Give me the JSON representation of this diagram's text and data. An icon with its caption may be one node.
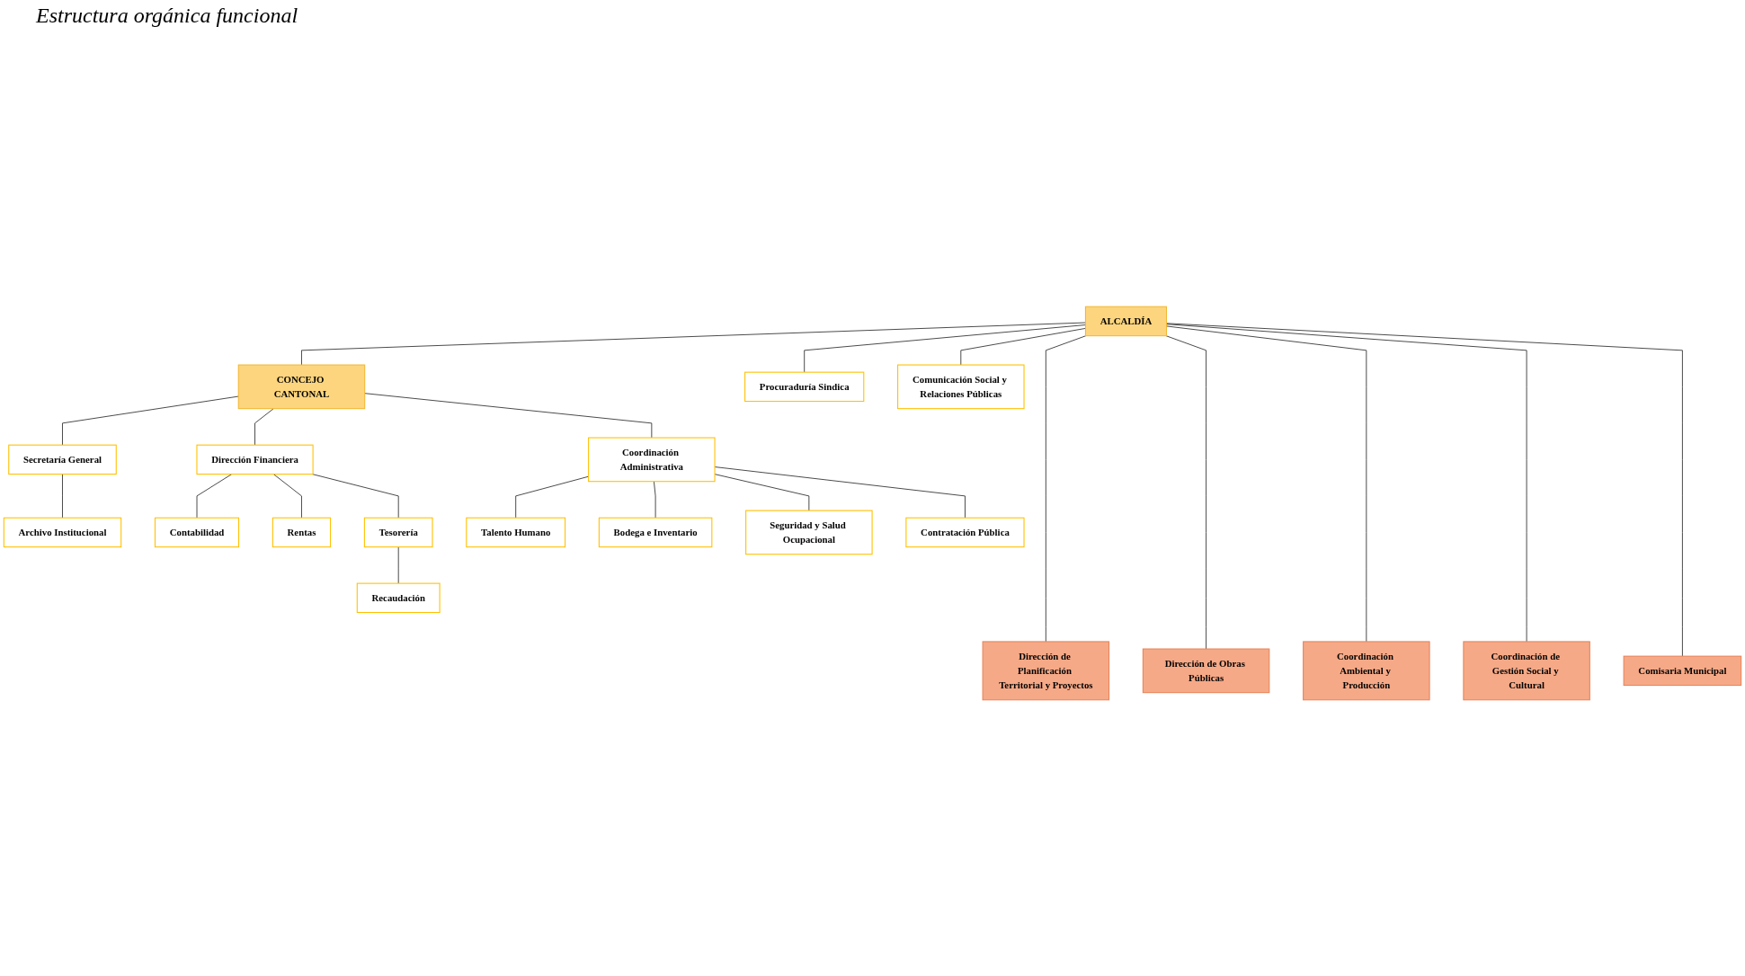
{
  "diagram": {
    "title": "Estructura orgánica funcional",
    "nodes": [
      {
        "text": [
          "ALCALDÍA"
        ]
      },
      {
        "text": [
          "CONCEJO CANTONAL"
        ]
      },
      {
        "text": [
          "Procuraduría Sindica"
        ]
      },
      {
        "text": [
          "Comunicación Social y Relaciones Públicas"
        ]
      },
      {
        "text": [
          "Secretaría General"
        ]
      },
      {
        "text": [
          "Archivo Institucional"
        ]
      },
      {
        "text": [
          "Dirección Financiera"
        ]
      },
      {
        "text": [
          "Contabilidad"
        ]
      },
      {
        "text": [
          "Rentas"
        ]
      },
      {
        "text": [
          "Tesorería"
        ]
      },
      {
        "text": [
          "Recaudación"
        ]
      },
      {
        "text": [
          "Coordinación Administrativa"
        ]
      },
      {
        "text": [
          "Talento Humano"
        ]
      },
      {
        "text": [
          "Bodega e Inventario"
        ]
      },
      {
        "text": [
          "Seguridad y Salud Ocupacional"
        ]
      },
      {
        "text": [
          "Contratación Pública"
        ]
      },
      {
        "text": [
          "Dirección de Planificación Territorial y Proyectos"
        ]
      },
      {
        "text": [
          "Dirección de Obras Públicas"
        ]
      },
      {
        "text": [
          "Coordinación Ambiental y Producción"
        ]
      },
      {
        "text": [
          "Coordinación de Gestión Social y Cultural"
        ]
      },
      {
        "text": [
          "Comisaria Municipal"
        ]
      }
    ],
    "edges": [
      {
        "from": 0,
        "to": 1,
        "arrow": "none"
      },
      {
        "from": 0,
        "to": 2,
        "arrow": "none"
      },
      {
        "from": 0,
        "to": 3,
        "arrow": "none"
      },
      {
        "from": 1,
        "to": 4,
        "arrow": "none"
      },
      {
        "from": 1,
        "to": 6,
        "arrow": "none"
      },
      {
        "from": 1,
        "to": 11,
        "arrow": "none"
      },
      {
        "from": 4,
        "to": 5,
        "arrow": "none"
      },
      {
        "from": 6,
        "to": 7,
        "arrow": "none"
      },
      {
        "from": 6,
        "to": 8,
        "arrow": "none"
      },
      {
        "from": 6,
        "to": 9,
        "arrow": "none"
      },
      {
        "from": 9,
        "to": 10,
        "arrow": "none"
      },
      {
        "from": 11,
        "to": 12,
        "arrow": "none"
      },
      {
        "from": 11,
        "to": 14,
        "arrow": "none"
      },
      {
        "from": 11,
        "to": 13,
        "arrow": "none"
      },
      {
        "from": 11,
        "to": 15,
        "arrow": "none"
      },
      {
        "from": 0,
        "to": 16,
        "arrow": "none"
      },
      {
        "from": 0,
        "to": 17,
        "arrow": "none"
      },
      {
        "from": 0,
        "to": 18,
        "arrow": "none"
      },
      {
        "from": 0,
        "to": 19,
        "arrow": "none"
      },
      {
        "from": 0,
        "to": 20,
        "arrow": "none"
      }
    ]
  }
}
